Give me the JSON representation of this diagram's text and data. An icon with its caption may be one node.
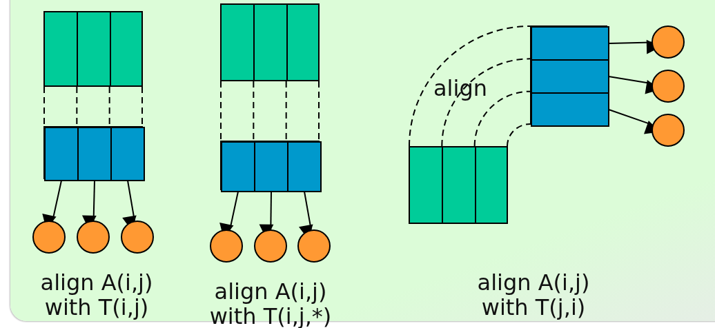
{
  "diagram": {
    "nodes": [
      {
        "text": [],
        "shape": "box"
      },
      {
        "text": [],
        "shape": "box"
      },
      {
        "text": [],
        "shape": "box",
        "in": 1
      },
      {
        "text": [],
        "shape": "box",
        "in": 1
      },
      {
        "text": [],
        "shape": "box",
        "in": 1
      },
      {
        "text": [],
        "shape": "circle"
      },
      {
        "text": [],
        "shape": "circle"
      },
      {
        "text": [],
        "shape": "circle"
      },
      {
        "text": [],
        "shape": "box"
      },
      {
        "text": [],
        "shape": "box"
      },
      {
        "text": [],
        "shape": "box",
        "in": 9
      },
      {
        "text": [],
        "shape": "box",
        "in": 9
      },
      {
        "text": [],
        "shape": "box",
        "in": 9
      },
      {
        "text": [],
        "shape": "circle"
      },
      {
        "text": [],
        "shape": "circle"
      },
      {
        "text": [],
        "shape": "circle"
      },
      {
        "text": [],
        "shape": "box"
      },
      {
        "text": [],
        "shape": "box"
      },
      {
        "text": [],
        "shape": "box",
        "in": 17
      },
      {
        "text": [],
        "shape": "box",
        "in": 17
      },
      {
        "text": [],
        "shape": "box",
        "in": 17
      },
      {
        "text": [],
        "shape": "circle"
      },
      {
        "text": [],
        "shape": "circle"
      },
      {
        "text": [],
        "shape": "circle"
      }
    ],
    "edges": [
      {
        "from": 0,
        "to": 1,
        "arrow": "none",
        "style": "dashed"
      },
      {
        "from": 0,
        "to": 1,
        "arrow": "none",
        "style": "dashed"
      },
      {
        "from": 0,
        "to": 1,
        "arrow": "none",
        "style": "dashed"
      },
      {
        "from": 0,
        "to": 1,
        "arrow": "none",
        "style": "dashed"
      },
      {
        "from": 2,
        "to": 5,
        "arrow": "to"
      },
      {
        "from": 3,
        "to": 6,
        "arrow": "to"
      },
      {
        "from": 4,
        "to": 7,
        "arrow": "to"
      },
      {
        "from": 8,
        "to": 9,
        "arrow": "none",
        "style": "dashed"
      },
      {
        "from": 8,
        "to": 9,
        "arrow": "none",
        "style": "dashed"
      },
      {
        "from": 8,
        "to": 9,
        "arrow": "none",
        "style": "dashed"
      },
      {
        "from": 8,
        "to": 9,
        "arrow": "none",
        "style": "dashed"
      },
      {
        "from": 10,
        "to": 13,
        "arrow": "to"
      },
      {
        "from": 11,
        "to": 14,
        "arrow": "to"
      },
      {
        "from": 12,
        "to": 15,
        "arrow": "to"
      },
      {
        "from": 16,
        "to": 17,
        "arrow": "none",
        "style": "dashed"
      },
      {
        "from": 16,
        "to": 17,
        "arrow": "none",
        "style": "dashed"
      },
      {
        "from": 16,
        "to": 17,
        "arrow": "none",
        "style": "dashed"
      },
      {
        "from": 16,
        "to": 17,
        "arrow": "none",
        "style": "dashed"
      },
      {
        "from": 18,
        "to": 21,
        "arrow": "to"
      },
      {
        "from": 19,
        "to": 22,
        "arrow": "to"
      },
      {
        "from": 20,
        "to": 23,
        "arrow": "to"
      }
    ],
    "labels": [
      "align A(i,j) with T(i,j)",
      "align A(i,j) with T(i,j,*)",
      "align",
      "align A(i,j) with T(j,i)"
    ]
  }
}
